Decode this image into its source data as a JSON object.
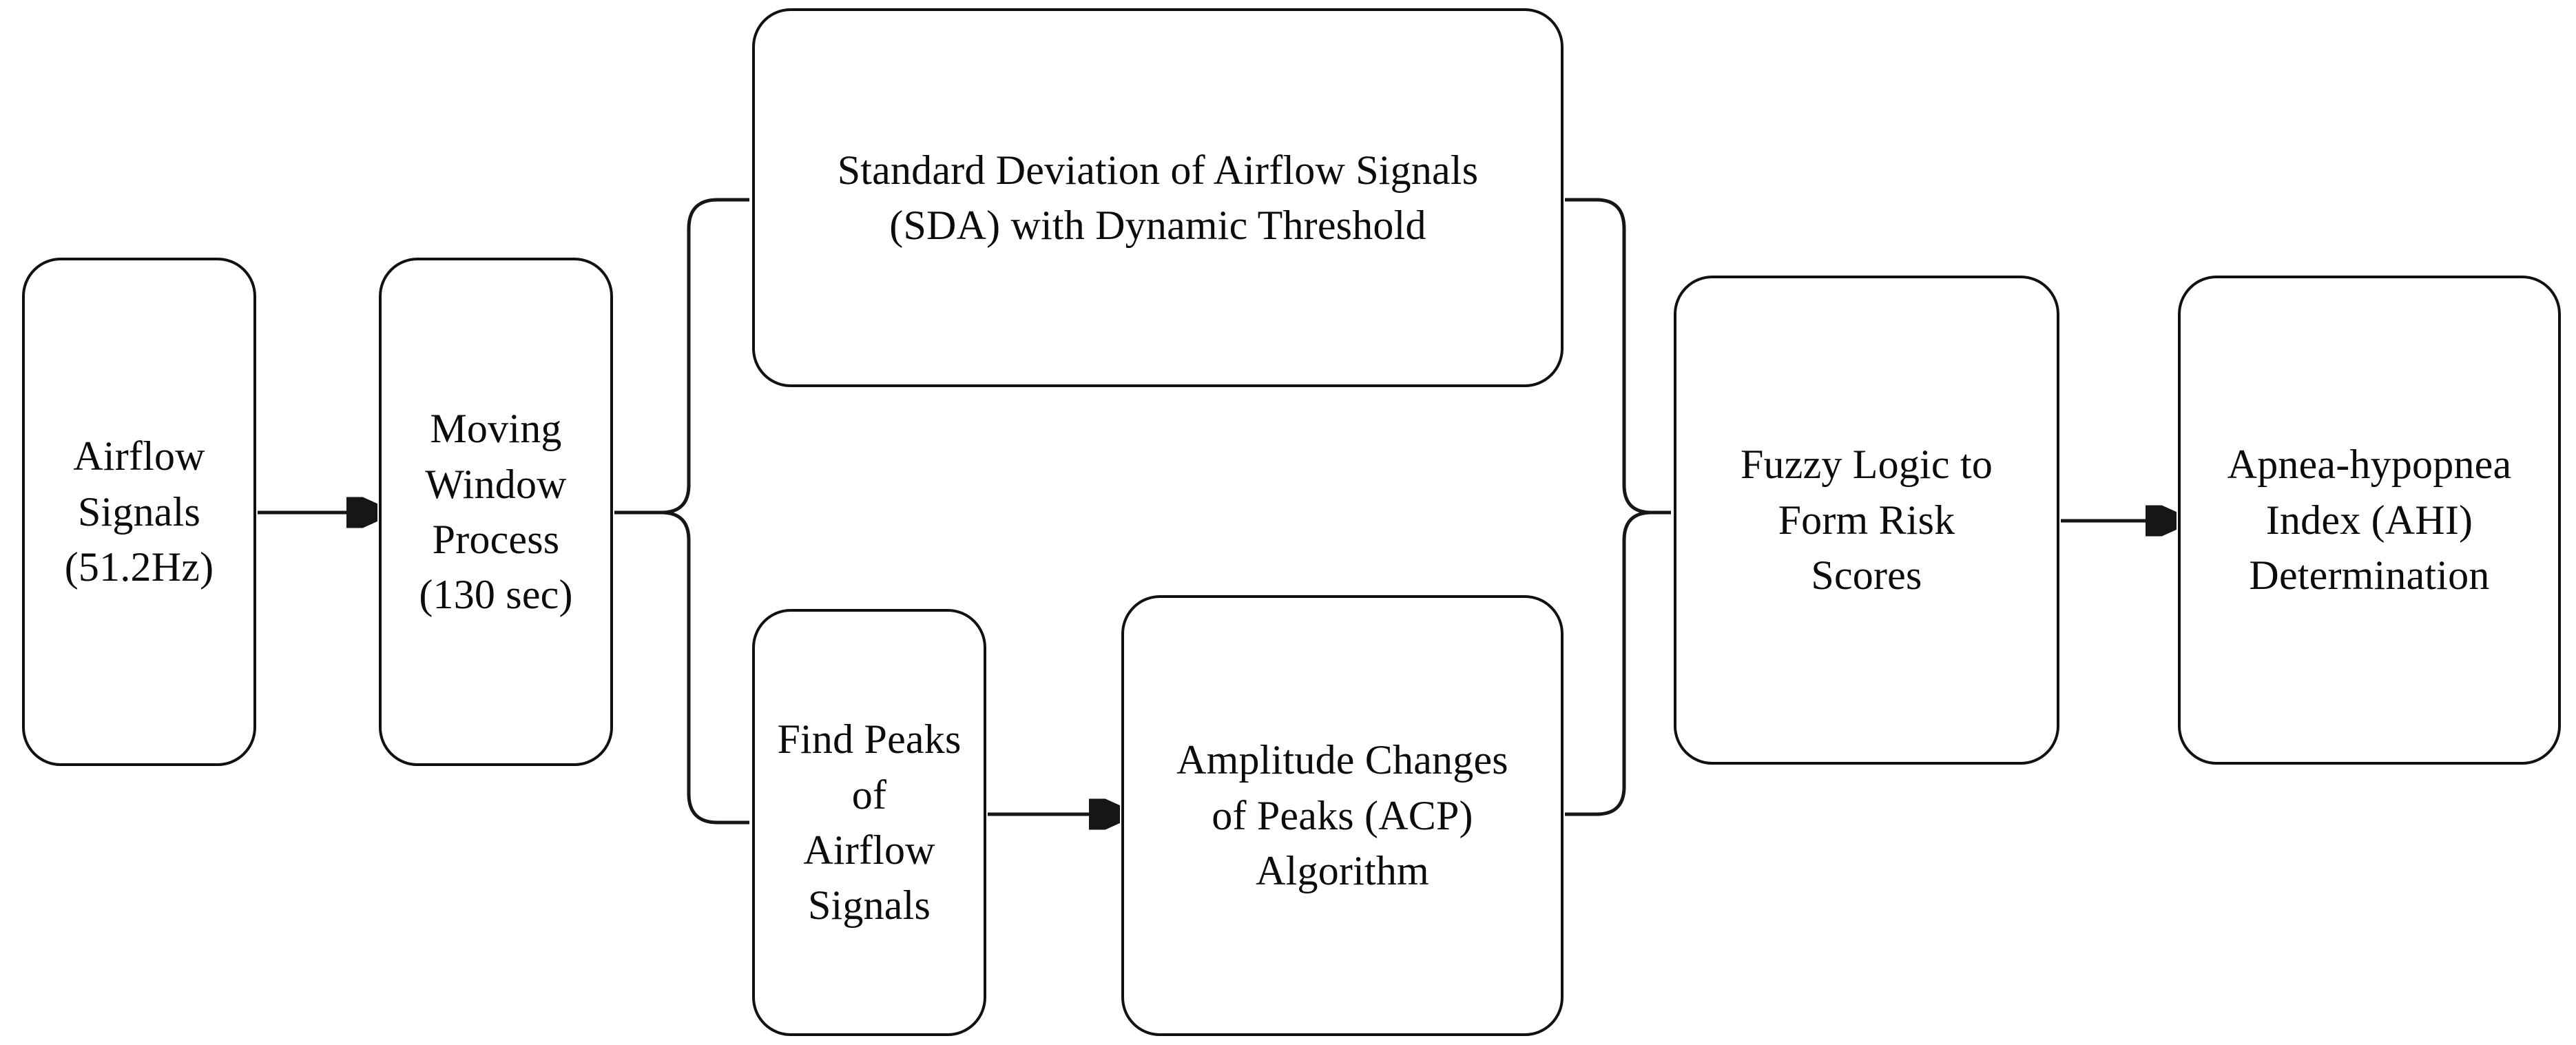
{
  "diagram": {
    "title": "Airflow signal apnea-hypopnea detection pipeline flowchart",
    "background_color": "#ffffff",
    "line_color": "#161616",
    "text_color": "#0c0c0c",
    "nodes": [
      {
        "id": "airflow-signals",
        "label": "Airflow\nSignals\n(51.2Hz)",
        "shape": "rounded-rectangle"
      },
      {
        "id": "moving-window",
        "label": "Moving\nWindow\nProcess\n(130 sec)",
        "shape": "rounded-rectangle"
      },
      {
        "id": "sda",
        "label": "Standard Deviation of Airflow Signals\n(SDA) with Dynamic Threshold",
        "shape": "rounded-rectangle"
      },
      {
        "id": "find-peaks",
        "label": "Find Peaks\nof\nAirflow\nSignals",
        "shape": "rounded-rectangle"
      },
      {
        "id": "acp",
        "label": "Amplitude Changes\nof Peaks (ACP)\nAlgorithm",
        "shape": "rounded-rectangle"
      },
      {
        "id": "fuzzy",
        "label": "Fuzzy Logic to\nForm Risk\nScores",
        "shape": "rounded-rectangle"
      },
      {
        "id": "ahi",
        "label": "Apnea-hypopnea\nIndex (AHI)\nDetermination",
        "shape": "rounded-rectangle"
      }
    ],
    "edges": [
      {
        "id": "e1",
        "from": "airflow-signals",
        "to": "moving-window",
        "arrow": true
      },
      {
        "id": "e2",
        "from": "moving-window",
        "to": "sda",
        "arrow": false,
        "style": "elbow-split"
      },
      {
        "id": "e3",
        "from": "moving-window",
        "to": "find-peaks",
        "arrow": false,
        "style": "elbow-split"
      },
      {
        "id": "e4",
        "from": "find-peaks",
        "to": "acp",
        "arrow": true
      },
      {
        "id": "e5",
        "from": "sda",
        "to": "fuzzy",
        "arrow": false,
        "style": "elbow-merge"
      },
      {
        "id": "e6",
        "from": "acp",
        "to": "fuzzy",
        "arrow": false,
        "style": "elbow-merge"
      },
      {
        "id": "e7",
        "from": "fuzzy",
        "to": "ahi",
        "arrow": true
      }
    ]
  }
}
